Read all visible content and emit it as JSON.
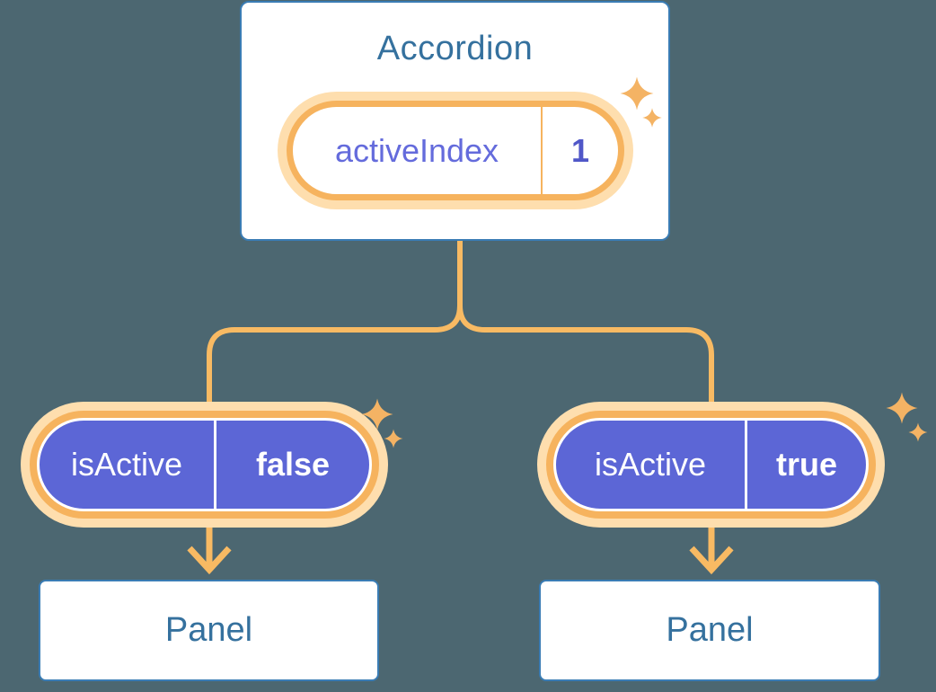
{
  "accordion": {
    "title": "Accordion",
    "pill": {
      "label": "activeIndex",
      "value": "1"
    }
  },
  "children": [
    {
      "pill": {
        "label": "isActive",
        "value": "false"
      },
      "panel_title": "Panel"
    },
    {
      "pill": {
        "label": "isActive",
        "value": "true"
      },
      "panel_title": "Panel"
    }
  ],
  "colors": {
    "background": "#4C6771",
    "card_background": "#FFFFFF",
    "card_border": "#3A7CB4",
    "card_text": "#35719E",
    "pill_purple": "#5C66D6",
    "pill_ring_orange": "#F6B35E",
    "pill_glow": "#FEDEAE",
    "state_label_text": "#646BDC",
    "state_value_text": "#5057C8",
    "connector": "#F8BA63",
    "sparkle": "#F4B364"
  },
  "icons": {
    "sparkle": "sparkle-icon",
    "arrow": "arrow-down-icon"
  }
}
